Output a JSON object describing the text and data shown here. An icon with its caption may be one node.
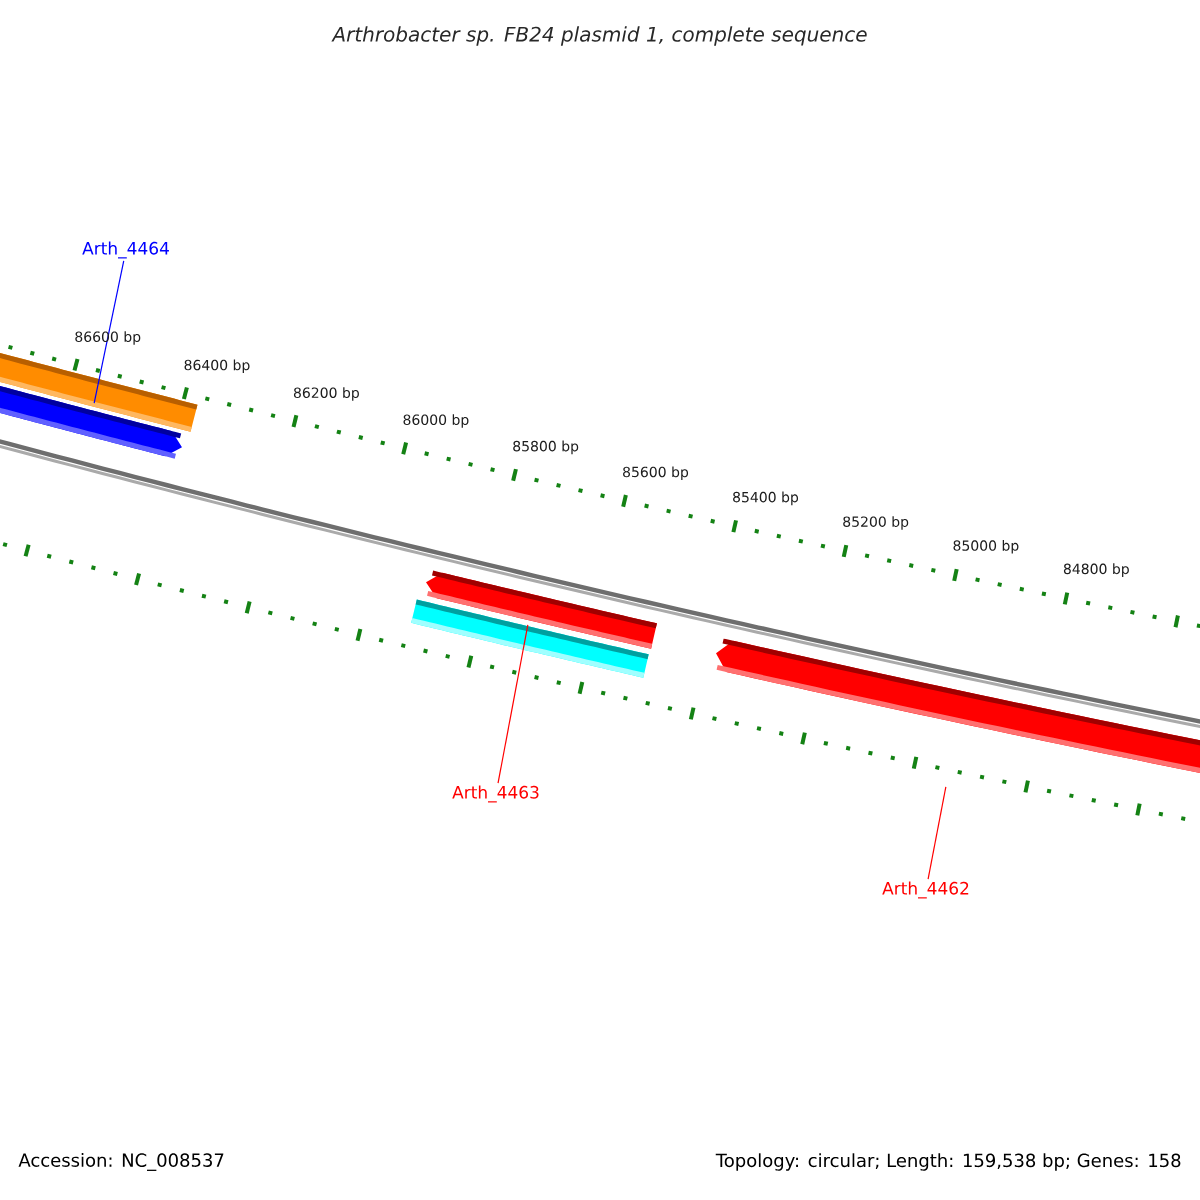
{
  "diagram": {
    "title": "Arthrobacter sp. FB24 plasmid 1, complete sequence",
    "nodes": [
      {
        "text": [],
        "shape": "bar"
      },
      {
        "text": [],
        "shape": "bar"
      },
      {
        "text": [],
        "shape": "bar"
      },
      {
        "text": [],
        "shape": "bar"
      },
      {
        "text": [],
        "shape": "bar"
      },
      {
        "text": [
          "Arth_4464"
        ]
      },
      {
        "text": [
          "Arth_4463"
        ]
      },
      {
        "text": [
          "Arth_4462"
        ]
      }
    ],
    "edges": [
      {
        "from": 5,
        "to": 1,
        "arrow": "none",
        "color": "#0000ff"
      },
      {
        "from": 6,
        "to": 2,
        "arrow": "none",
        "color": "#ff0000"
      },
      {
        "from": 7,
        "to": 4,
        "arrow": "none",
        "color": "#ff0000"
      }
    ],
    "labels": [
      "86600 bp",
      "86400 bp",
      "86200 bp",
      "86000 bp",
      "85800 bp",
      "85600 bp",
      "85400 bp",
      "85200 bp",
      "85000 bp",
      "84800 bp",
      "Accession: NC_008537",
      "Topology: circular; Length: 159,538 bp; Genes: 158"
    ]
  }
}
